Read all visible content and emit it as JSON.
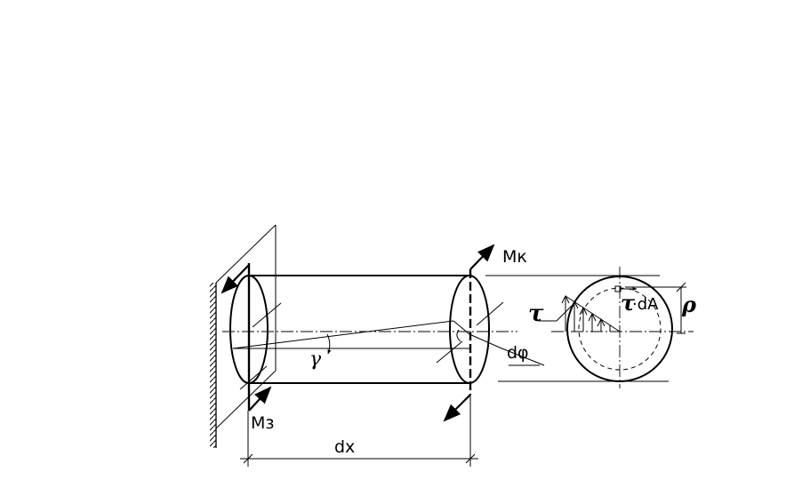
{
  "labels": {
    "torque_end": "Mк",
    "torque_fixed": "Mз",
    "length": "dx",
    "twist_angle": "dφ",
    "shear_angle": "γ",
    "stress": "τ",
    "force_element_symbol": "τ",
    "force_element_suffix": "·dA",
    "radius": "ρ"
  },
  "colors": {
    "ink": "#000000",
    "background": "#ffffff"
  }
}
